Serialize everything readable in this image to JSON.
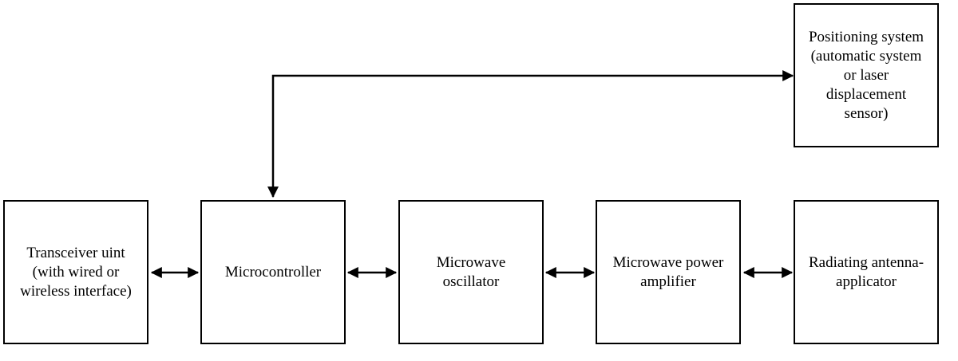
{
  "diagram": {
    "blocks": {
      "transceiver": {
        "lines": [
          "Transceiver uint",
          "(with wired or",
          "wireless interface)"
        ]
      },
      "microcontroller": {
        "lines": [
          "Microcontroller"
        ]
      },
      "oscillator": {
        "lines": [
          "Microwave",
          "oscillator"
        ]
      },
      "amplifier": {
        "lines": [
          "Microwave power",
          "amplifier"
        ]
      },
      "antenna": {
        "lines": [
          "Radiating antenna-",
          "applicator"
        ]
      },
      "positioning": {
        "lines": [
          "Positioning system",
          "(automatic system",
          "or laser",
          "displacement",
          "sensor)"
        ]
      }
    },
    "connections": [
      {
        "from": "Transceiver uint",
        "to": "Microcontroller",
        "type": "bidirectional"
      },
      {
        "from": "Microcontroller",
        "to": "Microwave oscillator",
        "type": "bidirectional"
      },
      {
        "from": "Microwave oscillator",
        "to": "Microwave power amplifier",
        "type": "bidirectional"
      },
      {
        "from": "Microwave power amplifier",
        "to": "Radiating antenna-applicator",
        "type": "bidirectional"
      },
      {
        "from": "Microcontroller",
        "to": "Positioning system",
        "type": "bidirectional"
      }
    ],
    "colors": {
      "stroke": "#000000",
      "fill": "#ffffff"
    }
  }
}
